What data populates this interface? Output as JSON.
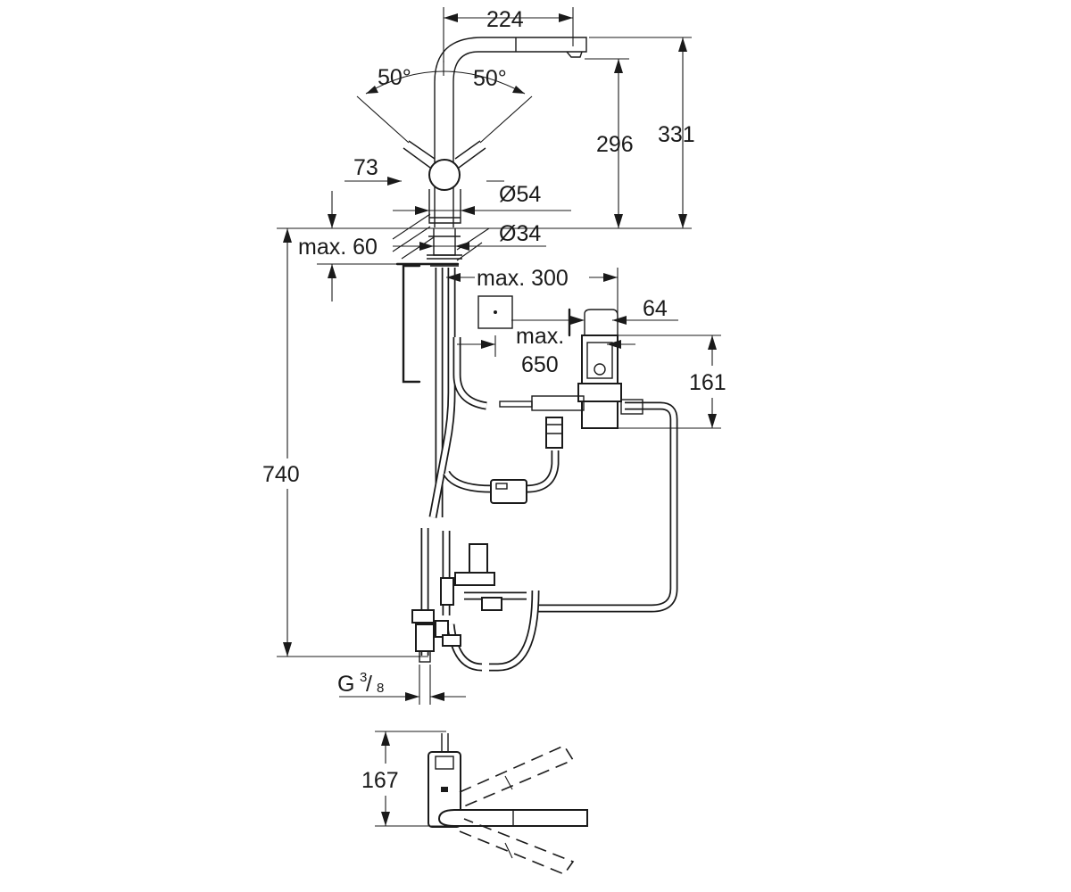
{
  "dimensions": {
    "spout_reach": "224",
    "handle_angle_left": "50°",
    "handle_angle_right": "50°",
    "spout_height": "296",
    "total_height": "331",
    "lever_offset": "73",
    "body_diameter": "Ø54",
    "shank_diameter": "Ø34",
    "max_deck_thickness": "max. 60",
    "max_distance_300": "max. 300",
    "clearance_64": "64",
    "max_distance_650_line1": "max.",
    "max_distance_650_line2": "650",
    "control_box_height": "161",
    "hose_length": "740",
    "thread_main": "G",
    "thread_numerator": "3",
    "thread_denominator": "8",
    "top_view_height": "167"
  },
  "colors": {
    "line": "#1a1a1a",
    "background": "#ffffff"
  }
}
